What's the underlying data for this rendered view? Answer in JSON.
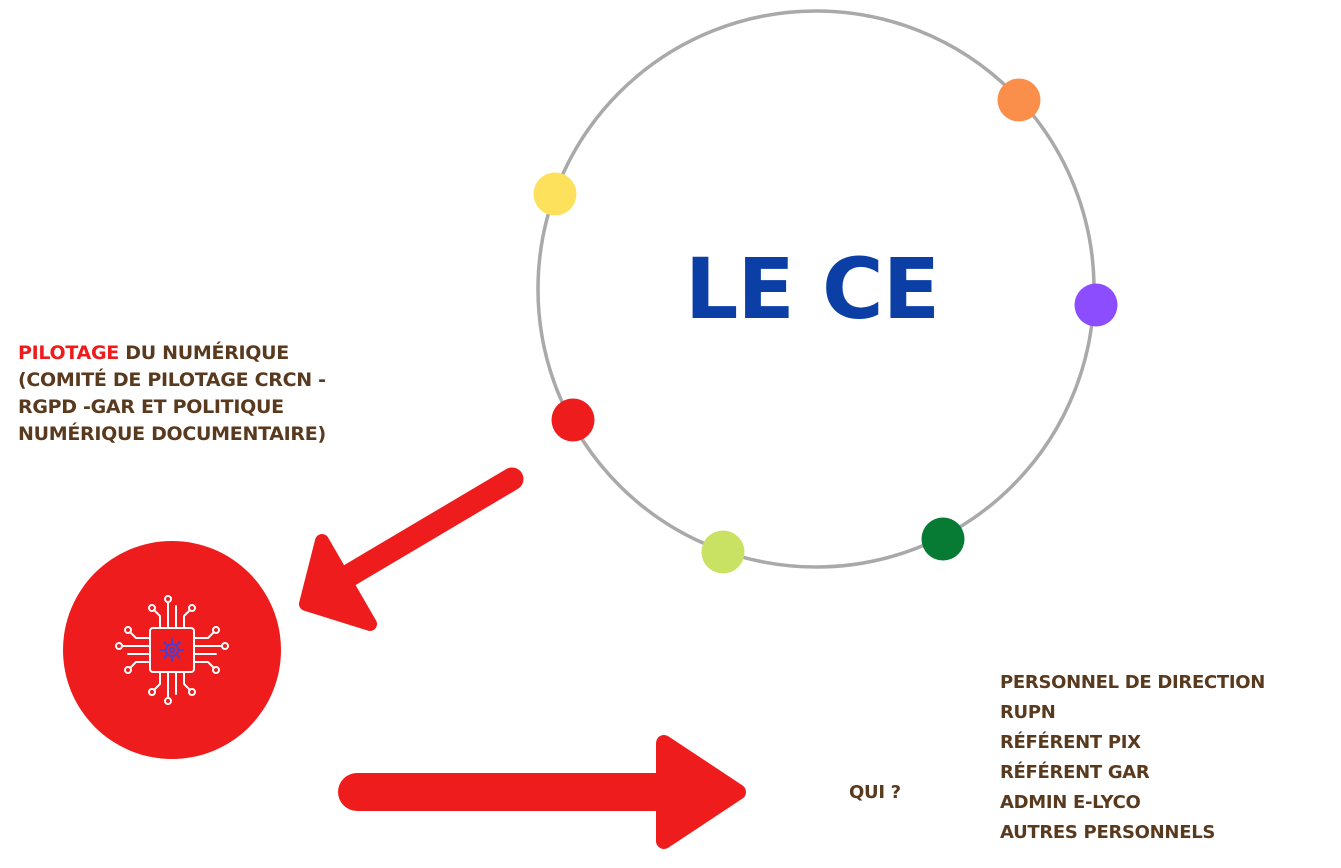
{
  "circle": {
    "title": "LE CE",
    "title_color": "#0b3fa6",
    "ring_color": "#a9a9a9",
    "dots": [
      {
        "name": "orange-dot",
        "color": "#f98f4b"
      },
      {
        "name": "purple-dot",
        "color": "#8b4dff"
      },
      {
        "name": "dark-green-dot",
        "color": "#077a33"
      },
      {
        "name": "lime-dot",
        "color": "#c9e264"
      },
      {
        "name": "red-dot",
        "color": "#ee1c1c"
      },
      {
        "name": "yellow-dot",
        "color": "#fde05b"
      }
    ]
  },
  "pilotage": {
    "accent_word": "PILOTAGE",
    "line1_rest": " DU NUMÉRIQUE",
    "line2": "(COMITÉ DE PILOTAGE CRCN -",
    "line3": "RGPD -GAR ET POLITIQUE",
    "line4": "NUMÉRIQUE DOCUMENTAIRE)",
    "accent_color": "#ee1c1c",
    "text_color": "#5a3a1e"
  },
  "chip_badge": {
    "icon": "circuit-chip-gear-icon",
    "fill_color": "#ee1c1c"
  },
  "arrows": {
    "color": "#ee1c1c"
  },
  "qui": {
    "label": "QUI ?",
    "roles": [
      "PERSONNEL DE DIRECTION",
      "RUPN",
      "RÉFÉRENT PIX",
      "RÉFÉRENT GAR",
      "ADMIN E-LYCO",
      "AUTRES PERSONNELS"
    ]
  }
}
